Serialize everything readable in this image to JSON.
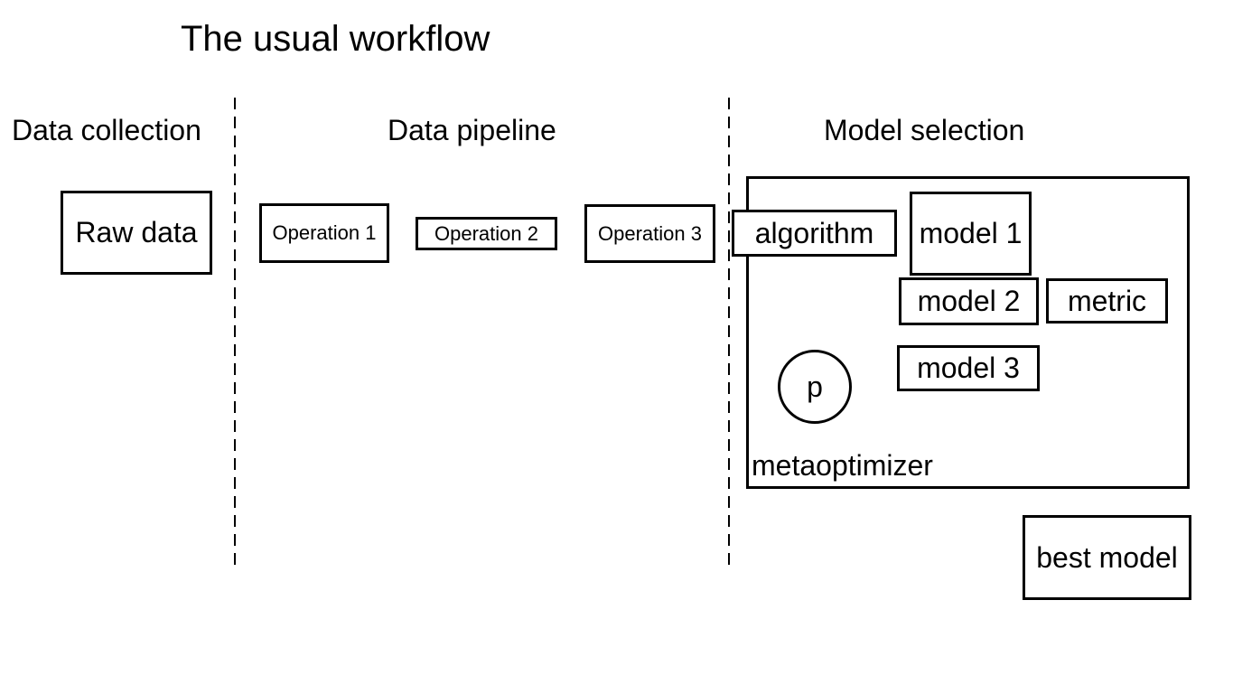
{
  "title": "The usual workflow",
  "colors": {
    "line": "#000000",
    "background": "#ffffff"
  },
  "columns": [
    {
      "label": "Data collection"
    },
    {
      "label": "Data pipeline"
    },
    {
      "label": "Model selection"
    }
  ],
  "data_collection": {
    "raw_data": "Raw data"
  },
  "data_pipeline": {
    "operations": [
      "Operation 1",
      "Operation 2",
      "Operation 3"
    ]
  },
  "model_selection": {
    "algorithm": "algorithm",
    "models": [
      "model 1",
      "model 2",
      "model 3"
    ],
    "metric": "metric",
    "parameter": "p",
    "metaoptimizer": "metaoptimizer",
    "best_model": "best model"
  }
}
